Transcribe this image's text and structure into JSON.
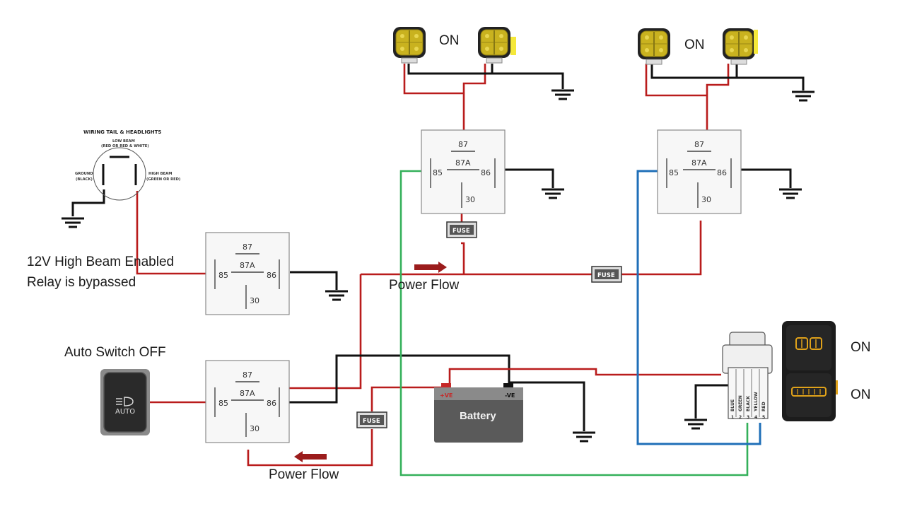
{
  "texts": {
    "on_1": "ON",
    "on_2": "ON",
    "on_3": "ON",
    "on_4": "ON",
    "high_beam_line1": "12V High Beam Enabled",
    "high_beam_line2": "Relay is bypassed",
    "auto_switch": "Auto Switch OFF",
    "power_flow_1": "Power Flow",
    "power_flow_2": "Power Flow",
    "battery": "Battery",
    "battery_pos": "+VE",
    "battery_neg": "-VE",
    "auto_button": "AUTO"
  },
  "headlight_plug": {
    "title": "WIRING TAIL & HEADLIGHTS",
    "low_beam": "LOW BEAM",
    "low_beam_sub": "(RED OR RED & WHITE)",
    "ground": "GROUND",
    "ground_sub": "(BLACK)",
    "high_beam": "HIGH BEAM",
    "high_beam_sub": "(GREEN OR RED)"
  },
  "relay_labels": {
    "pin87": "87",
    "pin87a": "87A",
    "pin85": "85",
    "pin86": "86",
    "pin30": "30"
  },
  "fuse_label": "FUSE",
  "connector_wires": [
    "BLUE",
    "GREEN",
    "BLACK",
    "YELLOW",
    "RED"
  ],
  "connector_pins": [
    "1",
    "2",
    "3",
    "4",
    "5"
  ],
  "colors": {
    "wire_red": "#b91c1c",
    "wire_black": "#111111",
    "wire_green": "#34b05a",
    "wire_blue": "#1f6fb8",
    "light_amber": "#c9b21f",
    "switch_glow": "#e0a21a"
  }
}
